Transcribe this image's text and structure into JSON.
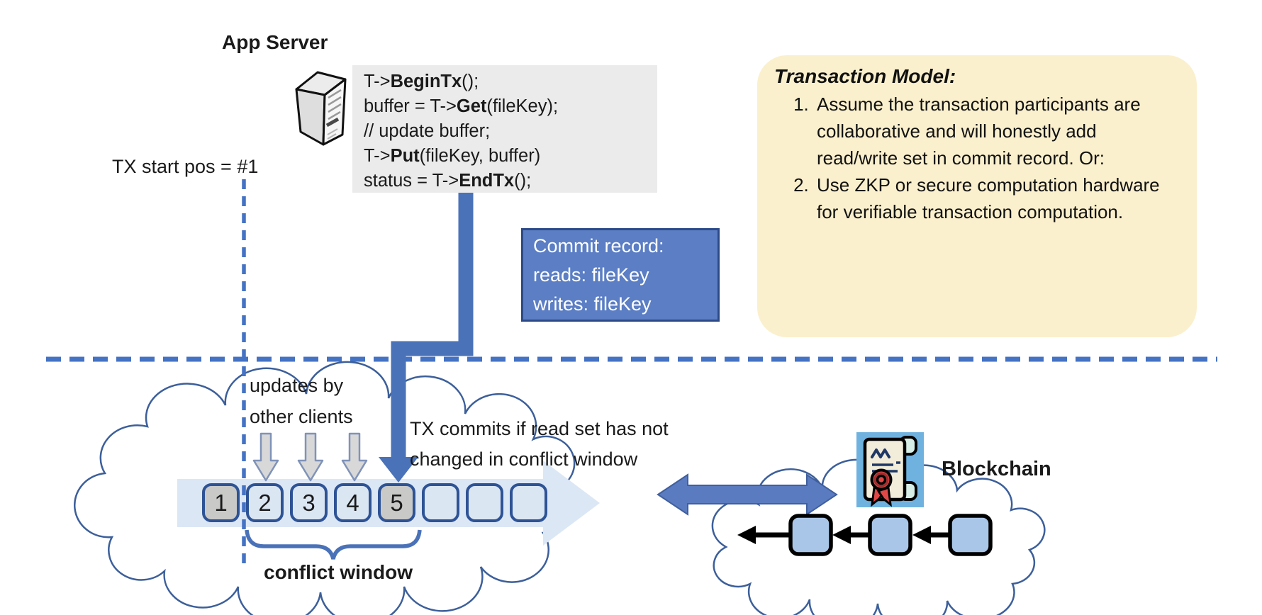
{
  "header": {
    "app_server_label": "App Server"
  },
  "code_block": {
    "lines": [
      "T->**BeginTx**();",
      "buffer = T->**Get**(fileKey);",
      "// update buffer;",
      "T->**Put**(fileKey, buffer)",
      "status = T->**EndTx**();"
    ]
  },
  "tx_start": {
    "label": "TX start pos = #1"
  },
  "commit_record": {
    "lines": [
      "Commit record:",
      "reads: fileKey",
      "writes: fileKey"
    ]
  },
  "transaction_model": {
    "title": "Transaction Model:",
    "items": [
      "Assume the transaction participants are collaborative and will honestly add read/write set in commit record.  Or:",
      "Use ZKP or secure computation hardware for verifiable transaction computation."
    ]
  },
  "timeline": {
    "updates_label": "updates by\nother clients",
    "commit_label": "TX commits if read set has not\nchanged in conflict window",
    "conflict_window_label": "conflict window",
    "blocks": [
      "1",
      "2",
      "3",
      "4",
      "5",
      "",
      "",
      ""
    ]
  },
  "blockchain": {
    "label": "Blockchain"
  },
  "colors": {
    "accent_blue": "#4a72b8",
    "dashed_line_blue": "#4472c4",
    "commit_box_fill": "#5b7ec4",
    "commit_box_border": "#2c4a87",
    "note_box_fill": "#fbf0cd",
    "ledger_box_border": "#2e5395",
    "ledger_box_fill_light": "#dbe6f3",
    "ledger_box_fill_gray": "#c9c9c7",
    "band_arrow_fill": "#dce7f5",
    "chain_block_fill": "#a9c6e8",
    "certificate_bg": "#6fb2df",
    "seal_red": "#e04848"
  }
}
